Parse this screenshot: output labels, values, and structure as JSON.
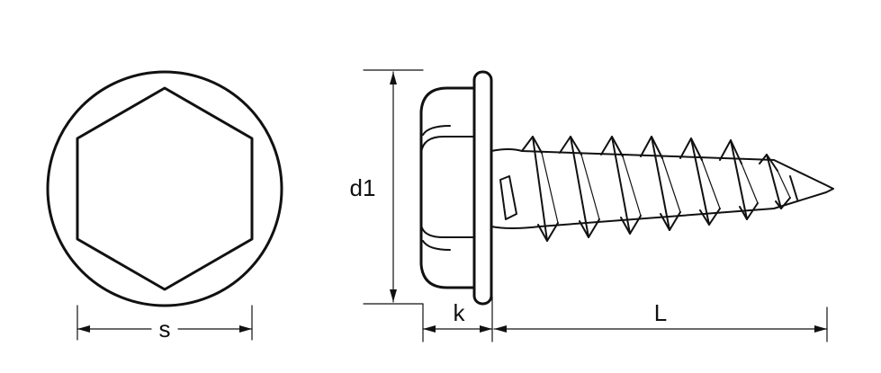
{
  "labels": {
    "s": "s",
    "d1": "d1",
    "k": "k",
    "L": "L"
  },
  "colors": {
    "line": "#111111",
    "background": "#ffffff"
  }
}
